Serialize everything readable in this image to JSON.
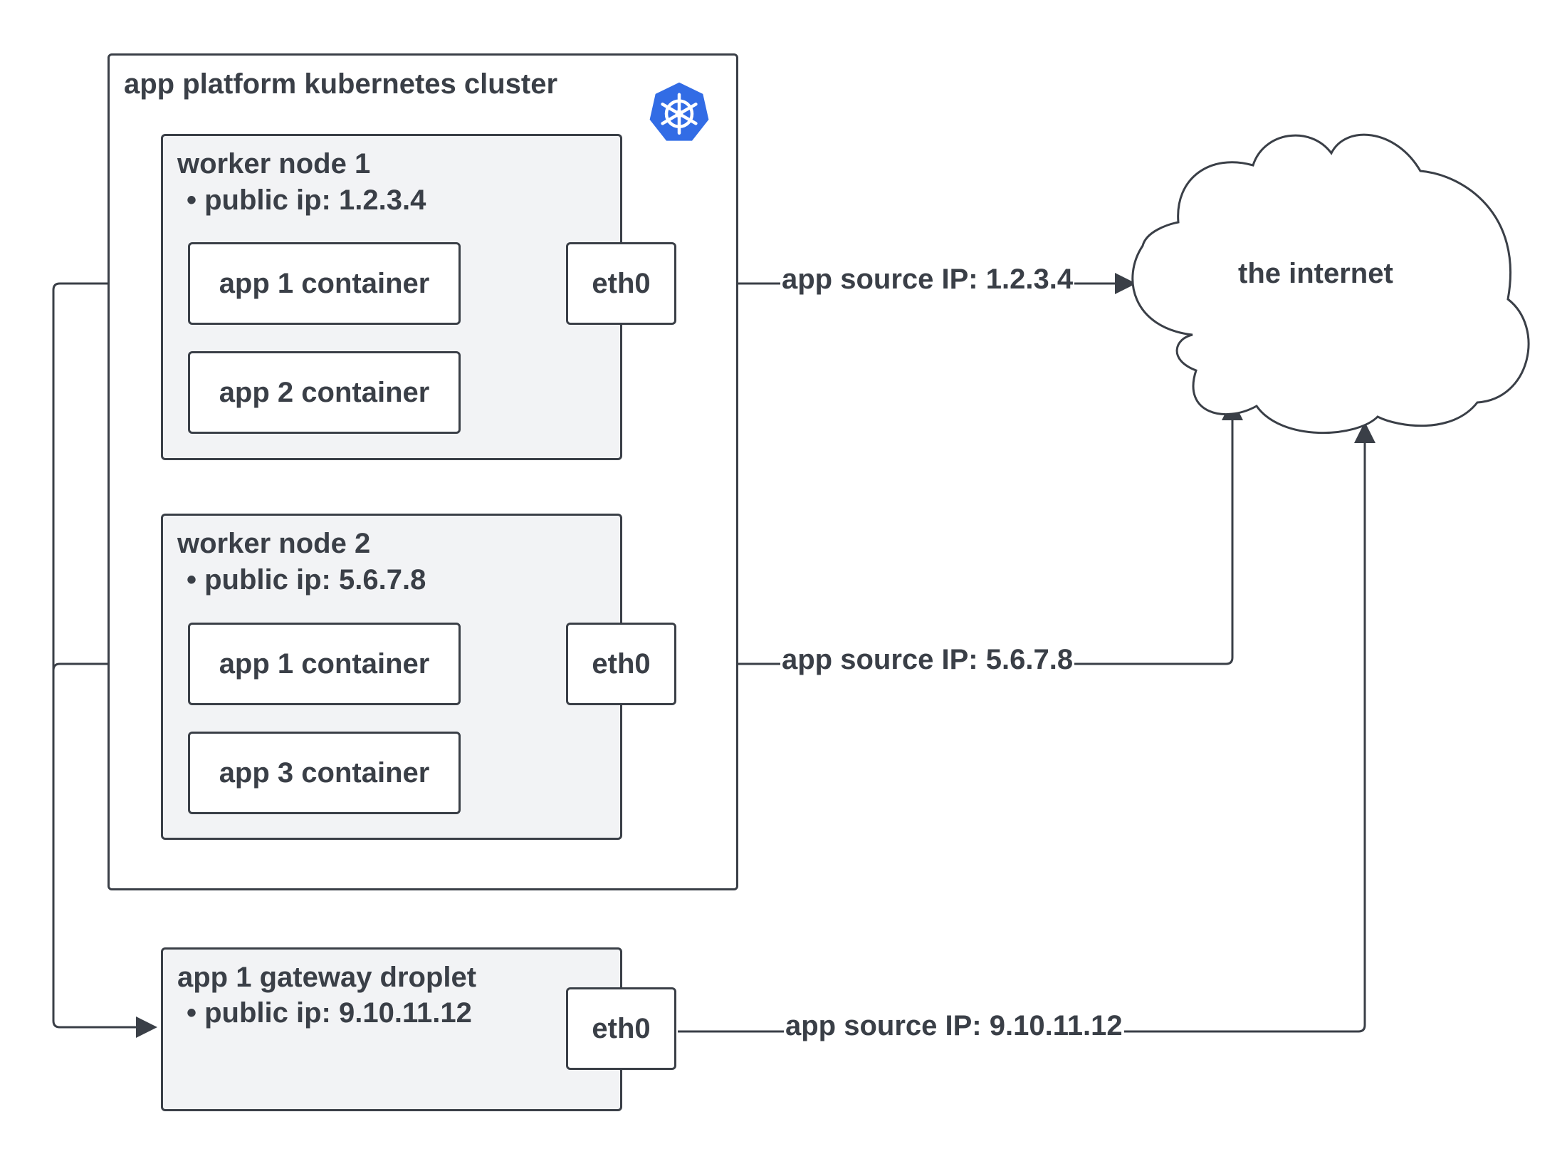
{
  "cluster": {
    "title": "app platform kubernetes cluster",
    "icon": "kubernetes-icon",
    "icon_color": "#326ce5"
  },
  "nodes": [
    {
      "title": "worker node 1",
      "ip_bullet": "• public ip: 1.2.3.4",
      "containers": [
        "app 1 container",
        "app 2 container"
      ],
      "nic": "eth0"
    },
    {
      "title": "worker node 2",
      "ip_bullet": "• public ip: 5.6.7.8",
      "containers": [
        "app 1 container",
        "app 3 container"
      ],
      "nic": "eth0"
    }
  ],
  "gateway": {
    "title": "app 1 gateway droplet",
    "ip_bullet": "• public ip: 9.10.11.12",
    "nic": "eth0"
  },
  "edges": {
    "label_1": "app source IP: 1.2.3.4",
    "label_2": "app source IP: 5.6.7.8",
    "label_3": "app source IP: 9.10.11.12"
  },
  "internet": {
    "label": "the internet"
  },
  "colors": {
    "stroke": "#3a3f47",
    "node_fill": "#f2f3f5"
  }
}
